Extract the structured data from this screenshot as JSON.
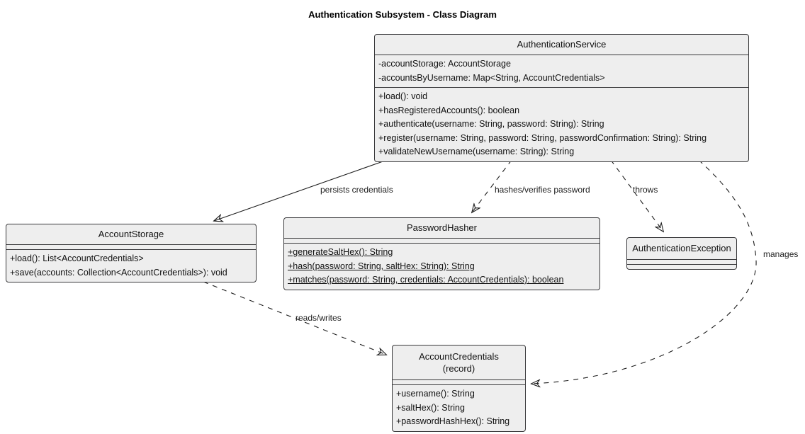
{
  "diagram_title": "Authentication Subsystem - Class Diagram",
  "classes": {
    "authentication_service": {
      "name": "AuthenticationService",
      "attributes": [
        "-accountStorage: AccountStorage",
        "-accountsByUsername: Map<String, AccountCredentials>"
      ],
      "methods": [
        "+load(): void",
        "+hasRegisteredAccounts(): boolean",
        "+authenticate(username: String, password: String): String",
        "+register(username: String, password: String, passwordConfirmation: String): String",
        "+validateNewUsername(username: String): String"
      ]
    },
    "account_storage": {
      "name": "AccountStorage",
      "methods": [
        "+load(): List<AccountCredentials>",
        "+save(accounts: Collection<AccountCredentials>): void"
      ]
    },
    "password_hasher": {
      "name": "PasswordHasher",
      "methods": [
        "+generateSaltHex(): String",
        "+hash(password: String, saltHex: String): String",
        "+matches(password: String, credentials: AccountCredentials): boolean"
      ]
    },
    "authentication_exception": {
      "name": "AuthenticationException"
    },
    "account_credentials": {
      "name": "AccountCredentials",
      "stereotype": "(record)",
      "methods": [
        "+username(): String",
        "+saltHex(): String",
        "+passwordHashHex(): String"
      ]
    }
  },
  "edges": {
    "persists": {
      "label": "persists credentials",
      "style": "solid"
    },
    "hashes": {
      "label": "hashes/verifies password",
      "style": "dashed"
    },
    "throws": {
      "label": "throws",
      "style": "dashed"
    },
    "reads_writes": {
      "label": "reads/writes",
      "style": "dashed"
    },
    "manages": {
      "label": "manages",
      "style": "dashed"
    }
  },
  "colors": {
    "box_fill": "#eeeeee",
    "box_border": "#39393b",
    "line": "#1d1d1d",
    "text": "#111111",
    "background": "#ffffff"
  }
}
